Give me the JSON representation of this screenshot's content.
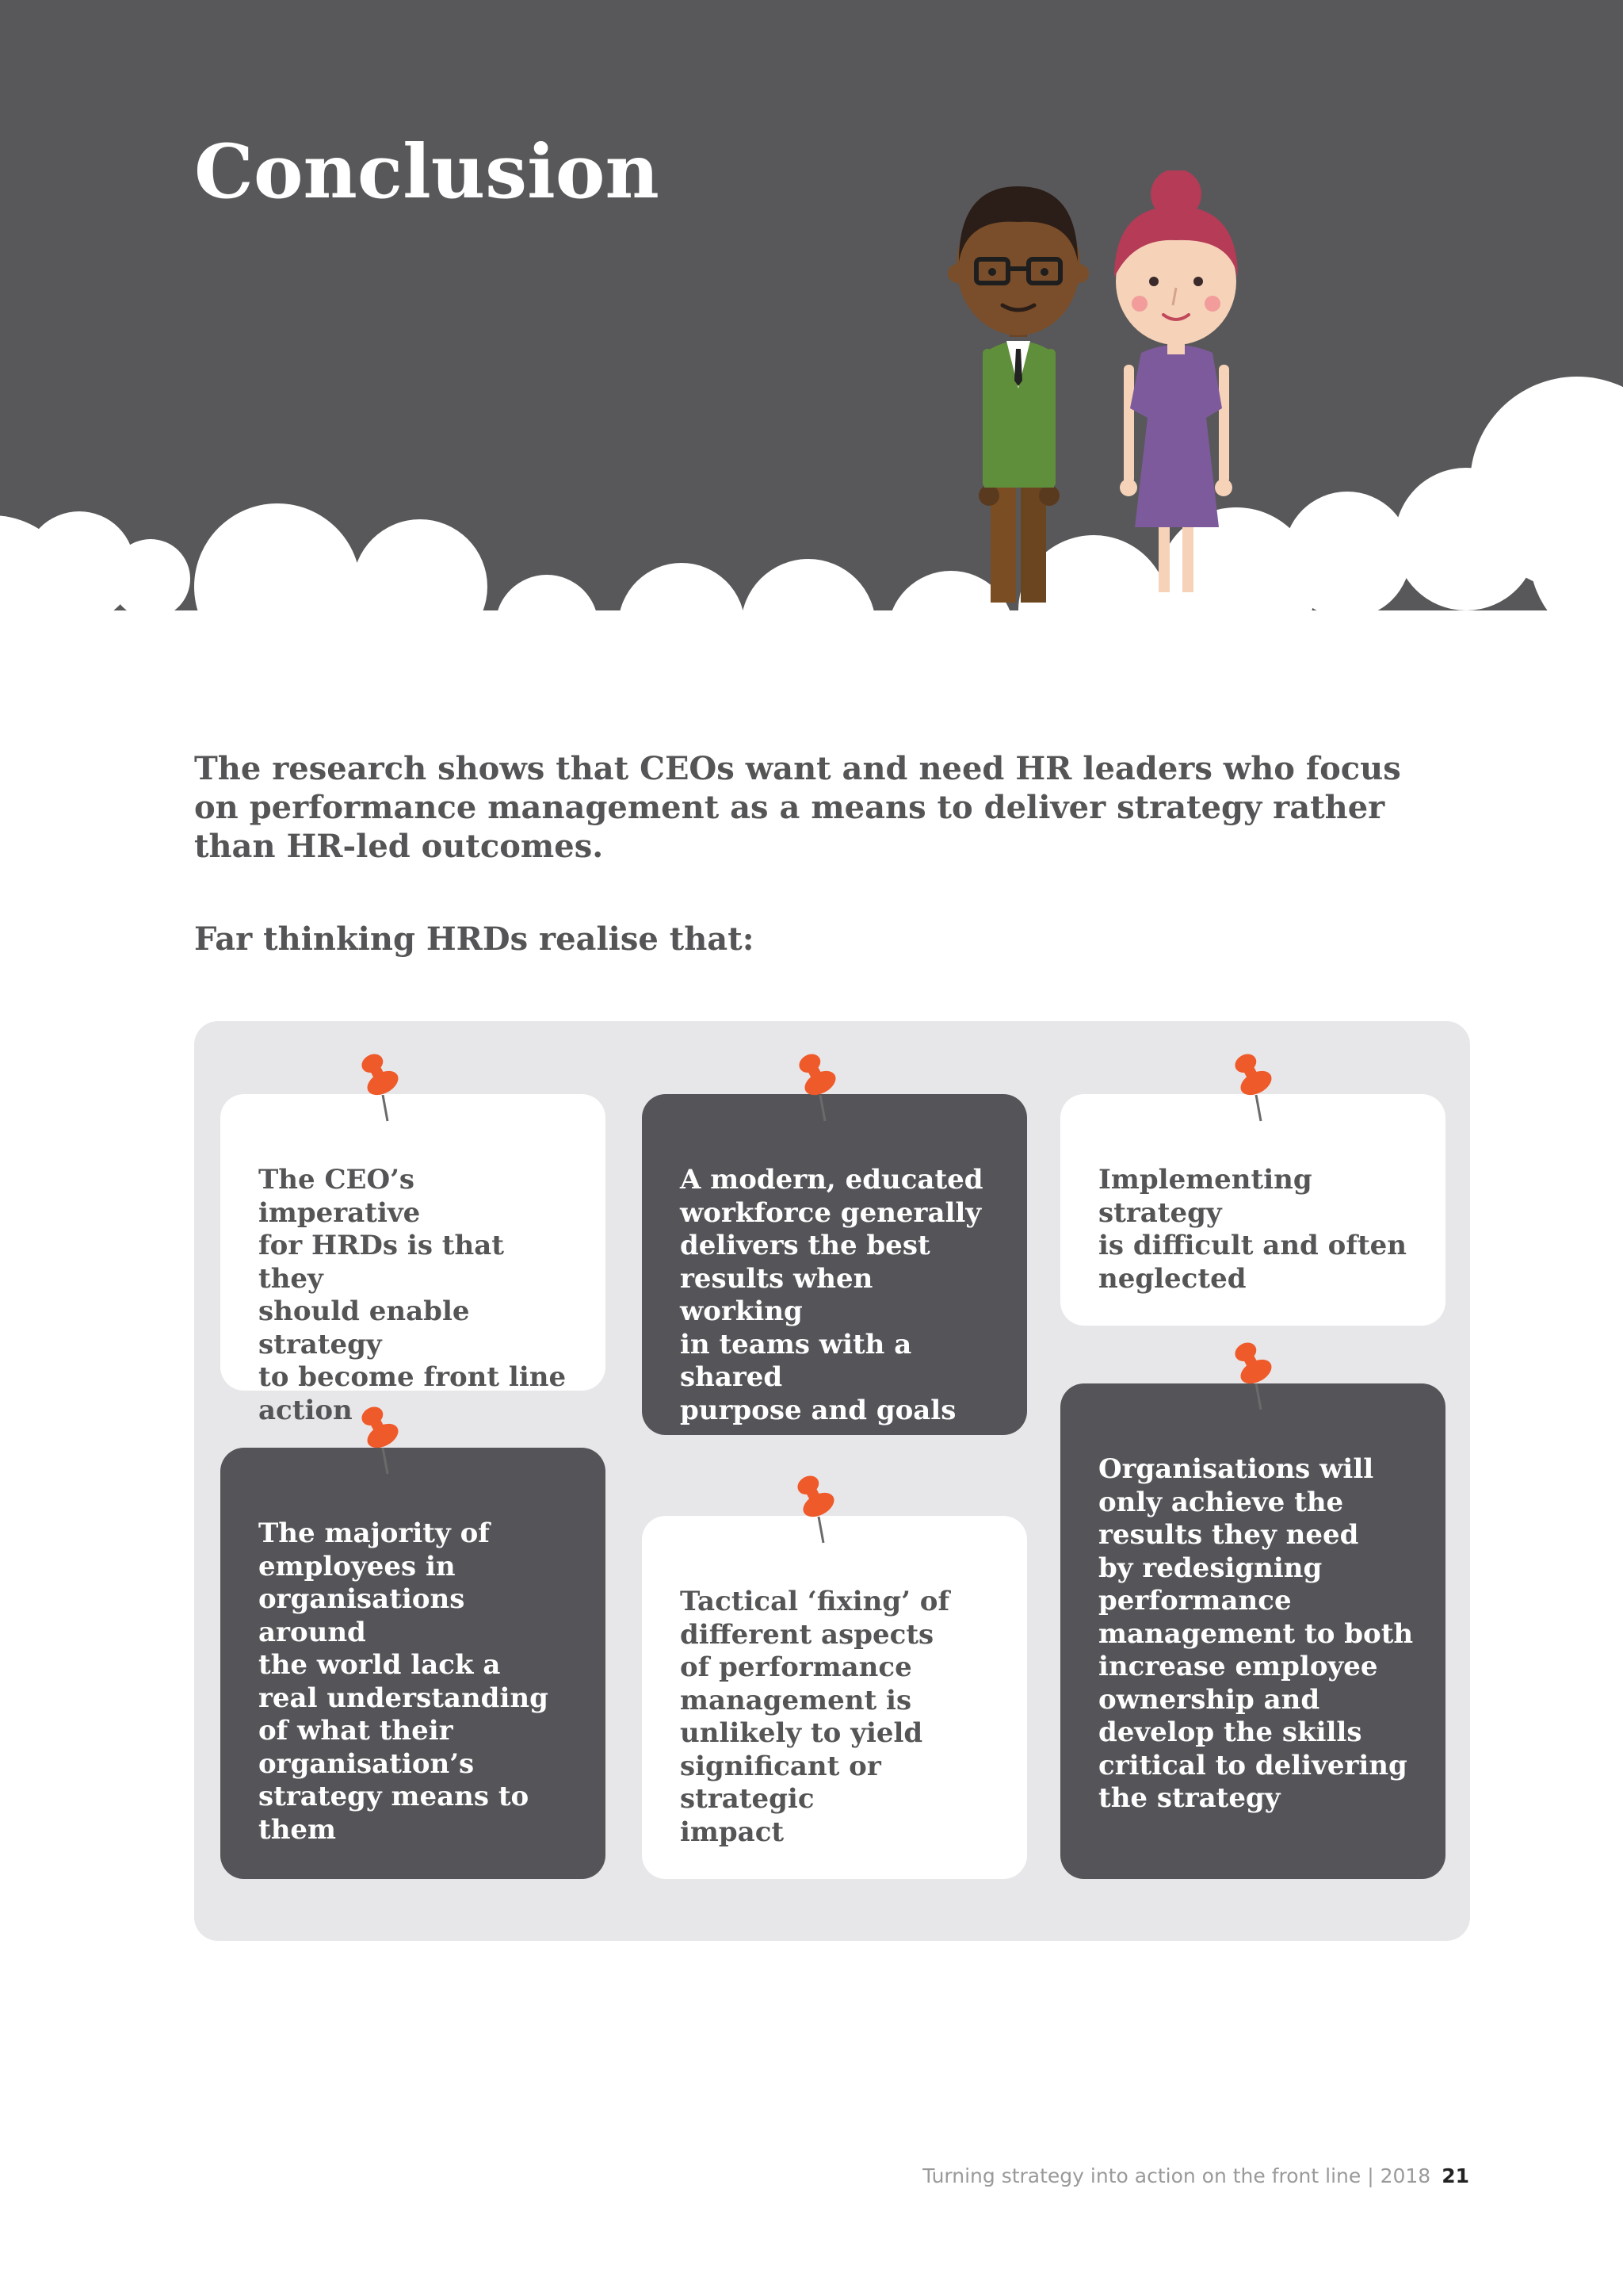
{
  "header": {
    "title": "Conclusion"
  },
  "intro": "The research shows that CEOs want and need HR leaders who focus on performance management as a means to deliver strategy rather than HR-led outcomes.",
  "lead": "Far thinking HRDs realise that:",
  "notes": [
    "The CEO’s imperative\nfor HRDs is that they\nshould enable strategy\nto become front line\naction",
    "A modern, educated\nworkforce generally\ndelivers the best\nresults when working\nin teams with a shared\npurpose and goals",
    "Implementing strategy\nis difficult and often\nneglected",
    "The majority of\nemployees in\norganisations around\nthe world lack a\nreal understanding\nof what their\norganisation’s\nstrategy means to\nthem",
    "Tactical ‘fixing’ of\ndifferent aspects\nof performance\nmanagement is\nunlikely to yield\nsignificant or strategic\nimpact",
    "Organisations will\nonly achieve the\nresults they need\nby redesigning\nperformance\nmanagement to both\nincrease employee\nownership and\ndevelop the skills\ncritical to delivering\nthe strategy"
  ],
  "footer": {
    "text": "Turning strategy into action on the front line | 2018",
    "page": "21"
  },
  "colors": {
    "header_bg": "#58585a",
    "board_bg": "#e7e6e9",
    "dark_note": "#555559",
    "pin": "#ef5a2a",
    "text": "#555557"
  },
  "icons": [
    "pushpin-icon",
    "man-illustration",
    "woman-illustration",
    "cloud-shape"
  ]
}
